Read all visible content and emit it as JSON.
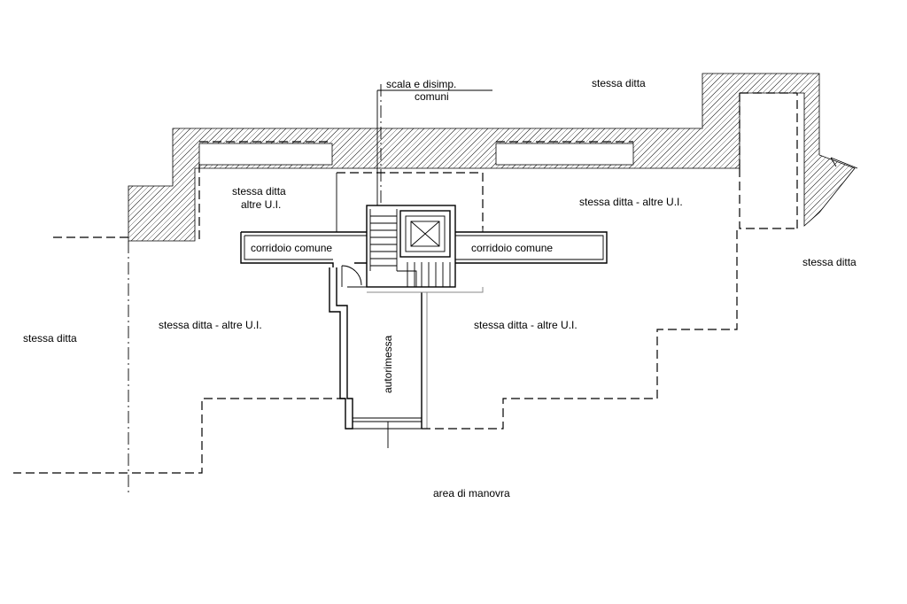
{
  "labels": {
    "scala": "scala e disimp.",
    "comuni": "comuni",
    "stessa_ditta_top": "stessa ditta",
    "stessa_ditta_altre_a": "stessa ditta",
    "altre_ui_a": "altre U.I.",
    "stessa_ditta_altre_right_top": "stessa ditta - altre U.I.",
    "stessa_ditta_right": "stessa ditta",
    "corridoio_left": "corridoio comune",
    "corridoio_right": "corridoio comune",
    "stessa_ditta_left": "stessa ditta",
    "stessa_ditta_altre_left": "stessa ditta - altre U.I.",
    "stessa_ditta_altre_right": "stessa ditta - altre U.I.",
    "autorimessa": "autorimessa",
    "area_manovra": "area di manovra"
  }
}
